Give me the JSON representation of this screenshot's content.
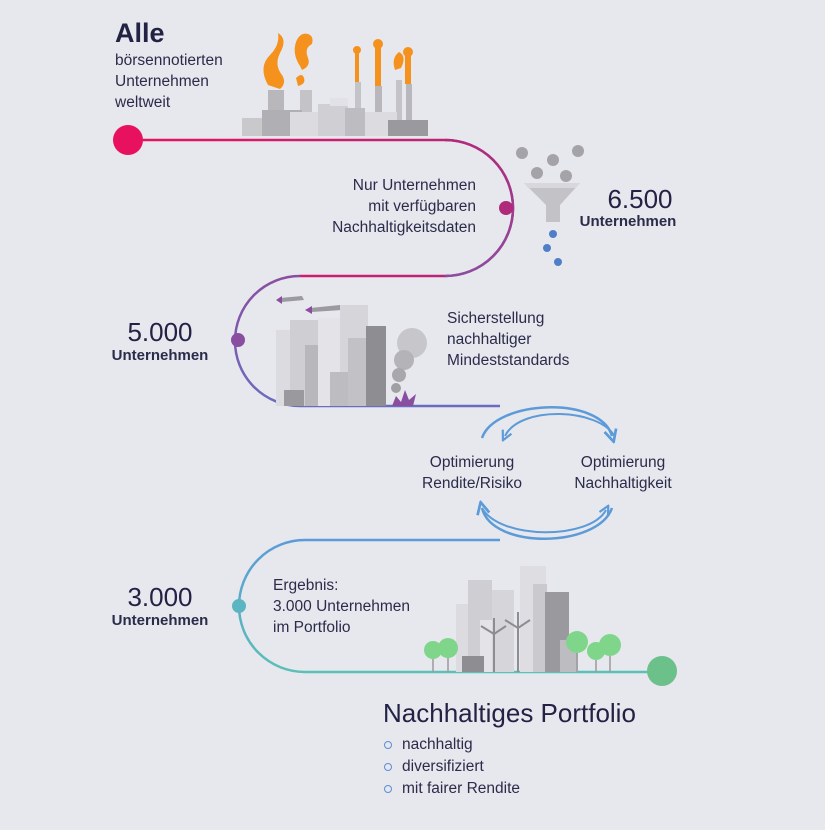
{
  "start": {
    "title": "Alle",
    "lines": [
      "börsennotierten",
      "Unternehmen",
      "weltweit"
    ]
  },
  "stage1": {
    "filter_lines": [
      "Nur Unternehmen",
      "mit verfügbaren",
      "Nachhaltigkeitsdaten"
    ],
    "count": "6.500",
    "unit": "Unternehmen"
  },
  "stage2": {
    "count": "5.000",
    "unit": "Unternehmen",
    "filter_lines": [
      "Sicherstellung",
      "nachhaltiger",
      "Mindeststandards"
    ]
  },
  "optimization": {
    "left_lines": [
      "Optimierung",
      "Rendite/Risiko"
    ],
    "right_lines": [
      "Optimierung",
      "Nachhaltigkeit"
    ]
  },
  "stage3": {
    "count": "3.000",
    "unit": "Unternehmen",
    "result_lines": [
      "Ergebnis:",
      "3.000 Unternehmen",
      "im Portfolio"
    ]
  },
  "portfolio": {
    "title": "Nachhaltiges Portfolio",
    "bullets": [
      "nachhaltig",
      "diversifiziert",
      "mit fairer Rendite"
    ]
  },
  "colors": {
    "background": "#e7e7ee",
    "start_dot": "#e8115f",
    "magenta": "#b02a7c",
    "purple": "#8a4ea0",
    "blue": "#5b9bd8",
    "teal": "#5bb6c2",
    "green_end": "#6cc08a",
    "orange": "#f5921e",
    "tree_green": "#7fd68b",
    "gray_building": "#c9c9cc"
  },
  "icons": [
    "factory-icon",
    "funnel-icon",
    "polluting-city-icon",
    "optimization-cycle-icon",
    "sustainable-city-icon"
  ]
}
